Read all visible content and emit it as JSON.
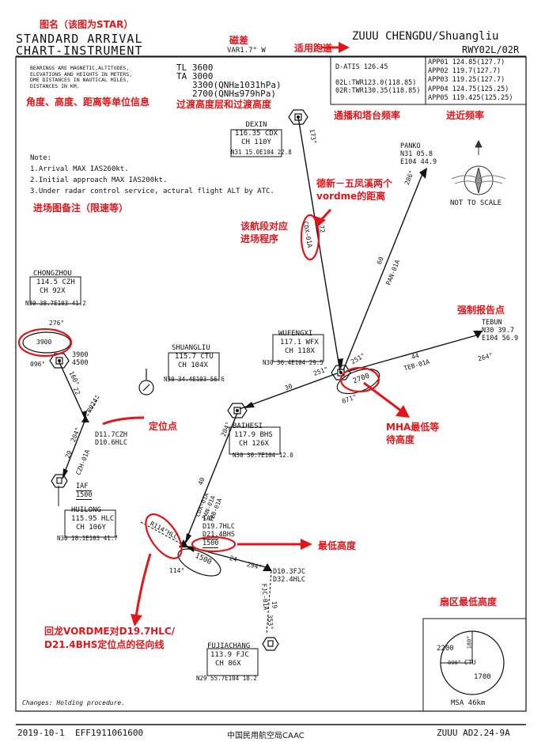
{
  "header": {
    "chart_name_annotation": "图名（该图为STAR）",
    "title_line1": "STANDARD ARRIVAL",
    "title_line2": "CHART-INSTRUMENT",
    "magvar_annotation": "磁差",
    "magvar": "VAR1.7° W",
    "runway_annotation": "适用跑道",
    "airport": "ZUUU CHENGDU/Shuangliu",
    "runway": "RWY02L/02R"
  },
  "units_note": {
    "lines": [
      "BEARINGS ARE MAGNETIC,ALTITUDES,",
      "ELEVATIONS AND HEIGHTS IN METERS,",
      "DME DISTANCES IN NAUTICAL MILES,",
      "DISTANCES IN KM."
    ],
    "annotation": "角度、高度、距离等单位信息"
  },
  "transition": {
    "tl": "TL 3600",
    "ta": "TA 3000",
    "line3": "3300(QNH≥1031hPa)",
    "line4": "2700(QNH≤979hPa)",
    "annotation": "过渡高度层和过渡高度"
  },
  "comm": {
    "atis": "D-ATIS 126.45",
    "twr1": "02L:TWR123.0(118.85)",
    "twr2": "02R:TWR130.35(118.85)",
    "app": [
      "APP01 124.85(127.7)",
      "APP02 119.7(127.7)",
      "APP03 119.25(127.7)",
      "APP04 124.75(125.25)",
      "APP05 119.425(125.25)"
    ],
    "tower_annotation": "通播和塔台频率",
    "app_annotation": "进近频率"
  },
  "notes": {
    "title": "Note:",
    "items": [
      "1.Arrival MAX IAS260kt.",
      "2.Initial approach MAX IAS200kt.",
      "3.Under radar control service, actural flight ALT by ATC."
    ],
    "annotation": "进场图备注（限速等）"
  },
  "not_to_scale": "NOT TO SCALE",
  "navaids": {
    "dexin": {
      "name": "DEXIN",
      "freq": "116.35 CDX",
      "ch": "CH 110Y",
      "coord": "N31 15.0E104 22.8"
    },
    "chongzhou": {
      "name": "CHONGZHOU",
      "freq": "114.5 CZH",
      "ch": "CH 92X",
      "coord": "N30 38.7E103 41.2"
    },
    "shuangliu": {
      "name": "SHUANGLIU",
      "freq": "115.7 CTU",
      "ch": "CH 104X",
      "coord": "N30 34.4E103 56.6"
    },
    "wufengxi": {
      "name": "WUFENGXI",
      "freq": "117.1 WFX",
      "ch": "CH 118X",
      "coord": "N30 36.4E104 29.5"
    },
    "baihesi": {
      "name": "BAIHESI",
      "freq": "117.9 BHS",
      "ch": "CH 126X",
      "coord": "N30 30.7E104 12.0"
    },
    "huilong": {
      "name": "HUILONG",
      "freq": "115.95 HLC",
      "ch": "CH 106Y",
      "coord": "N30 18.1E103 41.7"
    },
    "fujiachang": {
      "name": "FUJIACHANG",
      "freq": "113.9 FJC",
      "ch": "CH 86X",
      "coord": "N29 55.7E104 18.2"
    }
  },
  "fixes": {
    "panko": {
      "name": "PANKO",
      "lat": "N31 05.8",
      "lon": "E104 44.9"
    },
    "tebun": {
      "name": "TEBUN",
      "lat": "N30 39.7",
      "lon": "E104 56.9"
    },
    "czh_fix": {
      "line1": "D11.7CZH",
      "line2": "D10.6HLC"
    },
    "iaf_west": {
      "label": "IAF",
      "alt": "1500"
    },
    "iaf_main": {
      "label": "IAF",
      "dist1": "D19.7HLC",
      "dist2": "D21.4BHS",
      "alt": "1500"
    },
    "fjc_fix": {
      "line1": "D10.3FJC",
      "line2": "D32.4HLC"
    },
    "chongzhou_alt1": "3900",
    "chongzhou_alt2": "4500"
  },
  "route_labels": {
    "cdx_brg": "173°",
    "cdx_dist": "72",
    "cdx_proc": "CDX-01A",
    "pan_brg": "206°",
    "pan_dist": "60",
    "pan_proc": "PAN-01A",
    "teb_brg": "264°",
    "teb_dist": "44",
    "teb_proc": "TEB-01A",
    "wfx_251a": "251°",
    "wfx_251b": "251°",
    "wfx_071": "071°",
    "wfx_hold_alt": "2700",
    "wfx_bhs_dist": "30",
    "bhs_brg": "204°",
    "bhs_dist": "40",
    "bhs_procs": [
      "CDX-01A",
      "PAN-01A",
      "TEB-01A"
    ],
    "czh_hold_inbound": "276°",
    "czh_hold_outbound": "096°",
    "czh_hold_alt": "3900",
    "czh_brg": "160°",
    "czh_dist": "22",
    "czh_radial": "R024°",
    "czh_iaf_brg": "204°",
    "czh_iaf_dist": "20",
    "czh_proc": "CZH-01A",
    "hlc_radial": "R114°HLC",
    "hold_alt": "1500",
    "hold_brg": "114°",
    "fjc_brg": "294°",
    "fjc_dist": "24",
    "fjc_inb": "353°",
    "fjc_dist2": "19",
    "fjc_proc": "FJC-01A"
  },
  "msa": {
    "alt_left": "2200",
    "alt_right": "1700",
    "brg_top": "180°",
    "brg_left": "090°",
    "center": "CTU",
    "caption": "MSA 46km"
  },
  "changes": "Changes: Holding procedure.",
  "footer": {
    "date": "2019-10-1",
    "eff": "EFF1911061600",
    "authority": "中国民用航空局CAAC",
    "page": "ZUUU  AD2.24-9A"
  },
  "annotations": {
    "vordme_distance": "德新－五凤溪两个 vordme的距离",
    "route_program": "该航段对应 进场程序",
    "report_point": "强制报告点",
    "fix_point": "定位点",
    "mha": "MHA最低等 待高度",
    "min_alt": "最低高度",
    "radial": "回龙VORDME对D19.7HLC/ D21.4BHS定位点的径向线",
    "sector_min_alt": "扇区最低高度"
  }
}
